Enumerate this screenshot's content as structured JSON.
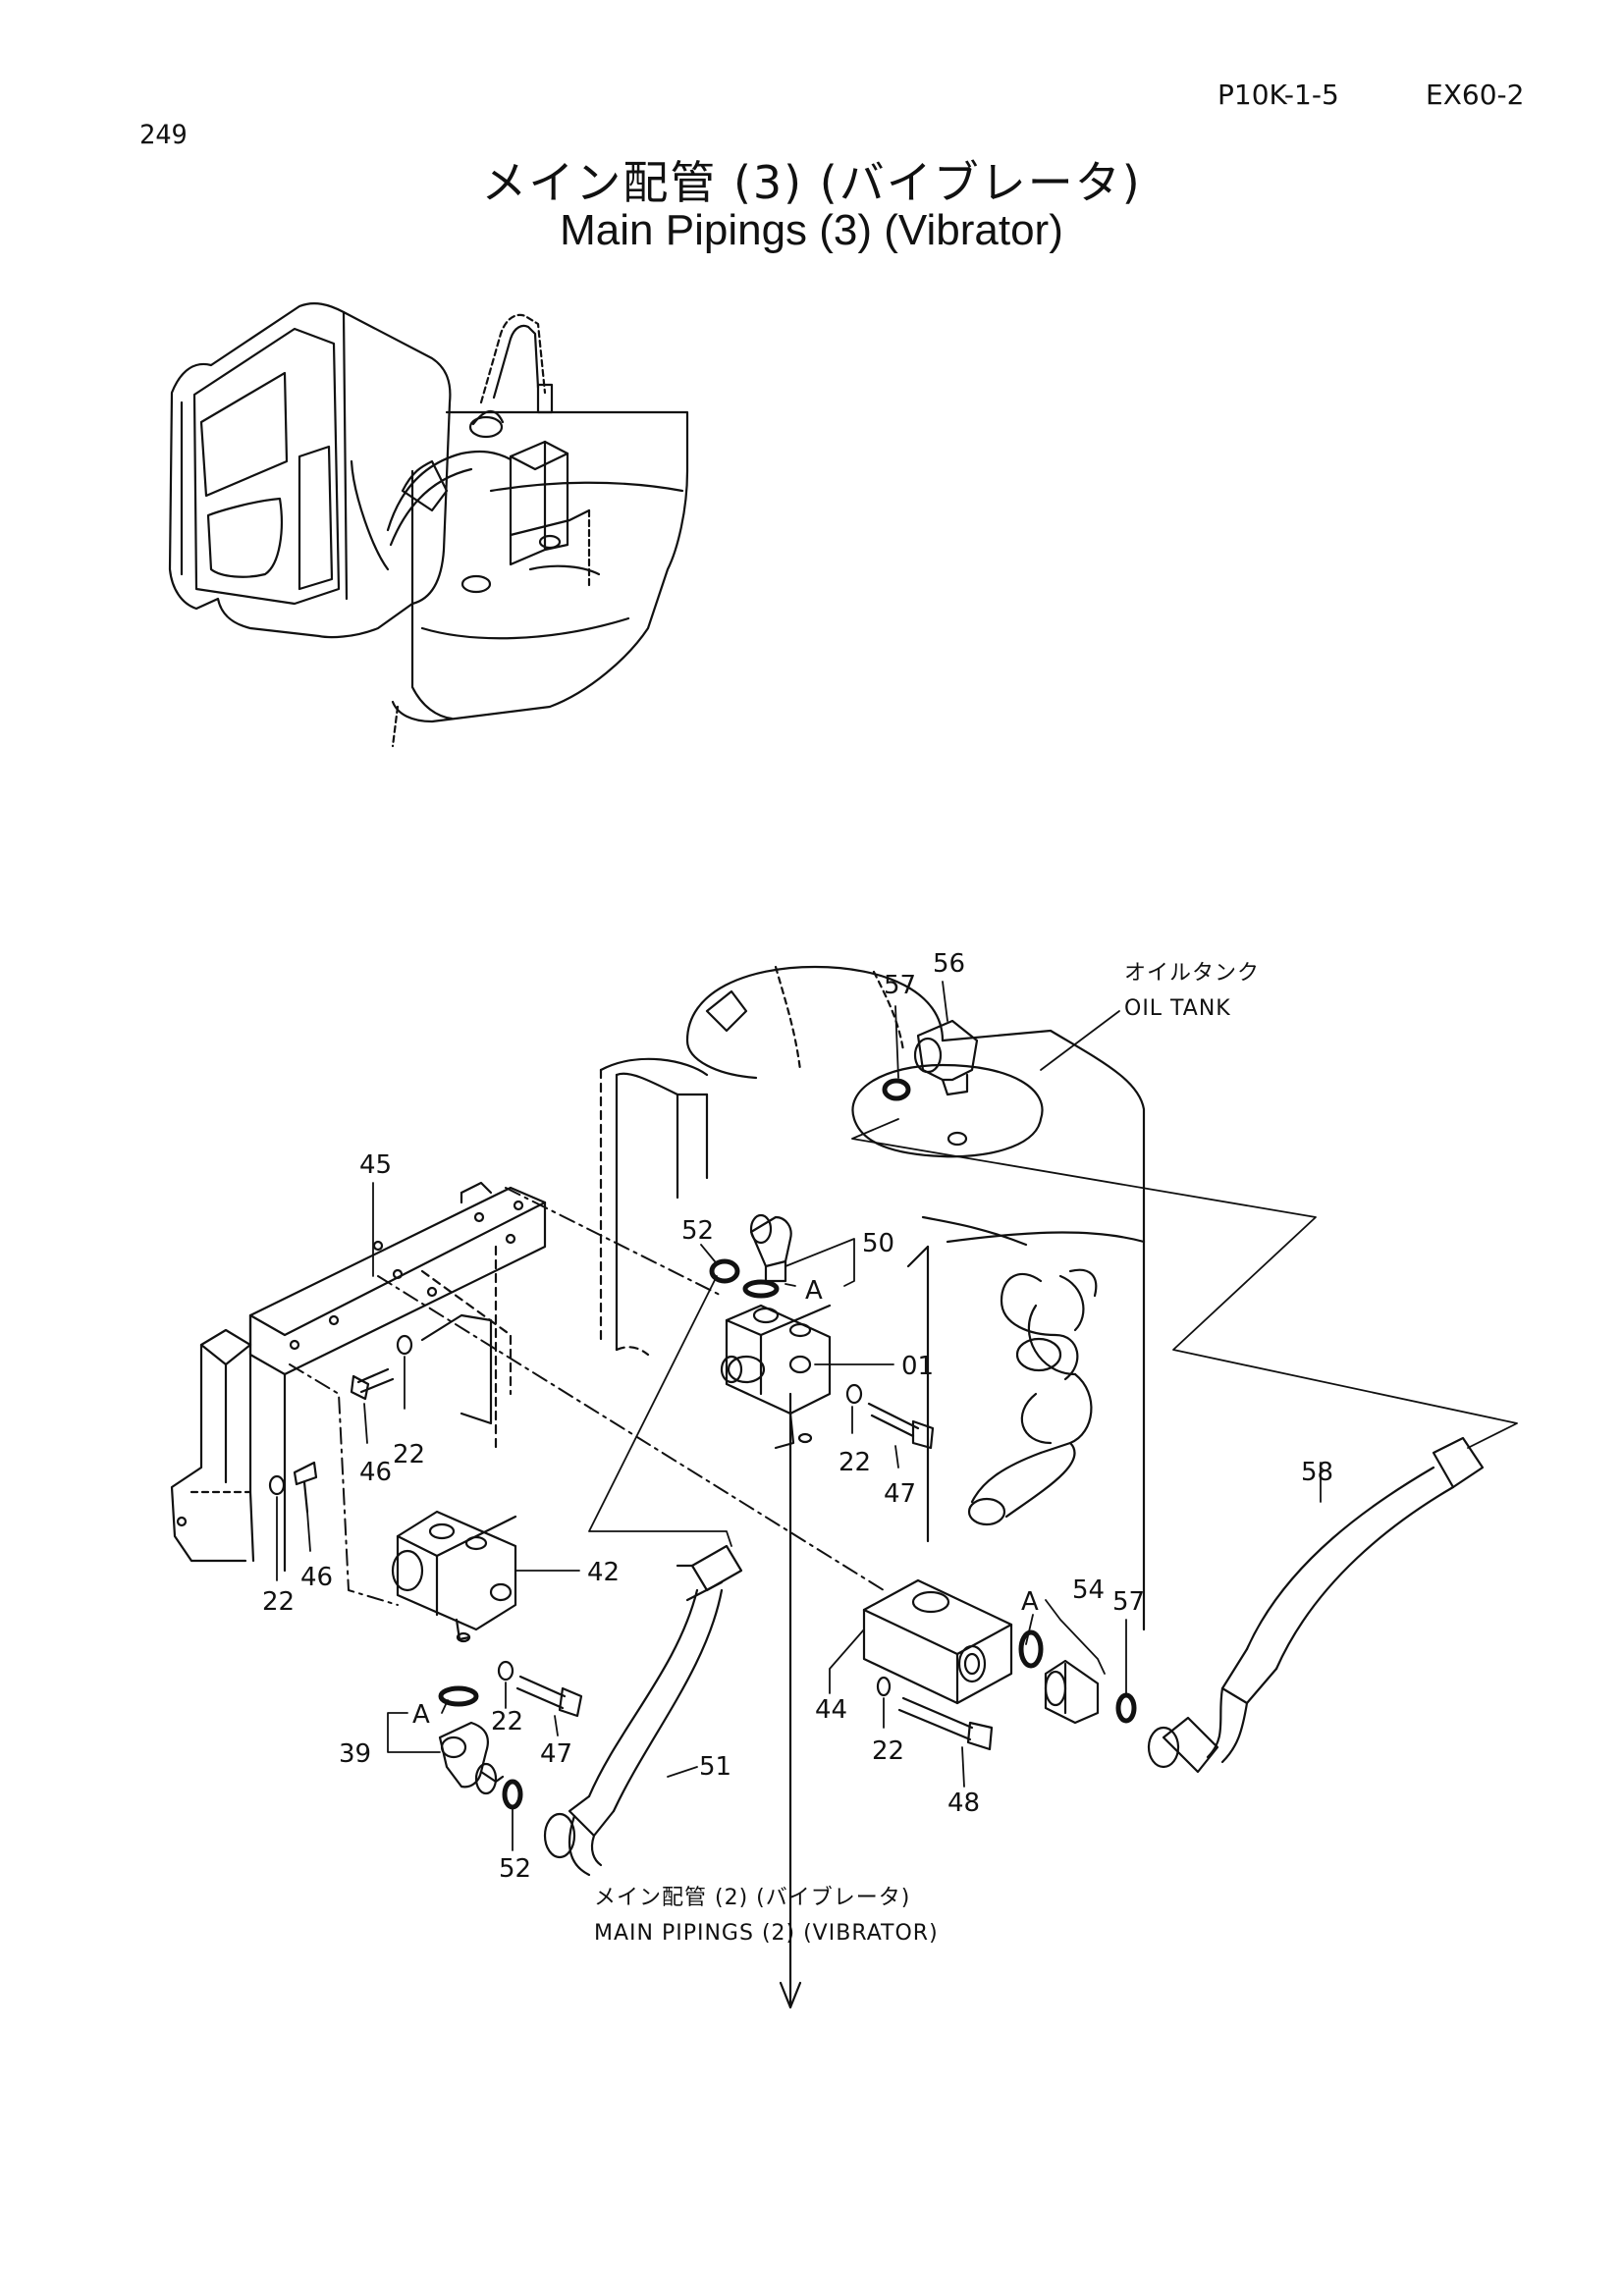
{
  "header": {
    "page_number": "249",
    "doc_code": "P10K-1-5",
    "model_code": "EX60-2",
    "title_jp": "メイン配管 (3) (バイブレータ)",
    "title_en": "Main Pipings (3) (Vibrator)"
  },
  "diagram": {
    "oil_tank_jp": "オイルタンク",
    "oil_tank_en": "OIL TANK",
    "ref_jp": "メイン配管 (2) (バイブレータ)",
    "ref_en": "MAIN PIPINGS (2) (VIBRATOR)",
    "callouts": {
      "c56": "56",
      "c57a": "57",
      "c45": "45",
      "c52a": "52",
      "c50": "50",
      "a1": "A",
      "c01": "01",
      "c22a": "22",
      "c47a": "47",
      "c46a": "46",
      "c22b": "22",
      "c22c": "22",
      "c46b": "46",
      "c42": "42",
      "c58": "58",
      "c54": "54",
      "a2": "A",
      "c57b": "57",
      "c44": "44",
      "c22d": "22",
      "c48": "48",
      "a3": "A",
      "c22e": "22",
      "c47b": "47",
      "c39": "39",
      "c51": "51",
      "c52b": "52"
    }
  }
}
